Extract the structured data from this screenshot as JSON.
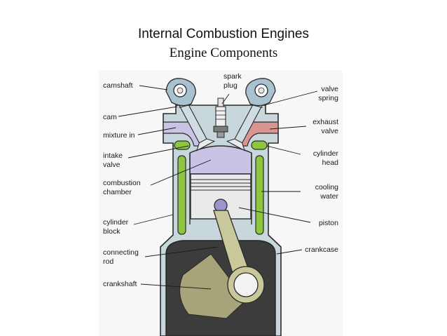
{
  "slide": {
    "title": "Internal Combustion Engines",
    "subtitle": "Engine Components"
  },
  "diagram": {
    "colors": {
      "background": "#f7f7f7",
      "engine_body": "#c8d7dc",
      "outline": "#2b2b2b",
      "water_jacket": "#8dc63f",
      "combustion_chamber": "#c9c3e6",
      "piston": "#e9ebeb",
      "crankcase": "#3c3c3c",
      "connecting_rod": "#c8c89a",
      "crank_web": "#a8a47a",
      "intake_port": "#c9c3e6",
      "exhaust_port": "#d99590",
      "camshaft": "#a9c2cf"
    },
    "labels_left": {
      "camshaft": "camshaft",
      "cam": "cam",
      "mixture_in": "mixture in",
      "intake_valve": [
        "intake",
        "valve"
      ],
      "combustion_chamber": [
        "combustion",
        "chamber"
      ],
      "cylinder_block": [
        "cylinder",
        "block"
      ],
      "connecting_rod": [
        "connecting",
        "rod"
      ],
      "crankshaft": "crankshaft"
    },
    "labels_top": {
      "spark_plug": [
        "spark",
        "plug"
      ]
    },
    "labels_right": {
      "valve_spring": [
        "valve",
        "spring"
      ],
      "exhaust_valve": [
        "exhaust",
        "valve"
      ],
      "cylinder_head": [
        "cylinder",
        "head"
      ],
      "cooling_water": [
        "cooling",
        "water"
      ],
      "piston": "piston",
      "crankcase": "crankcase"
    }
  }
}
